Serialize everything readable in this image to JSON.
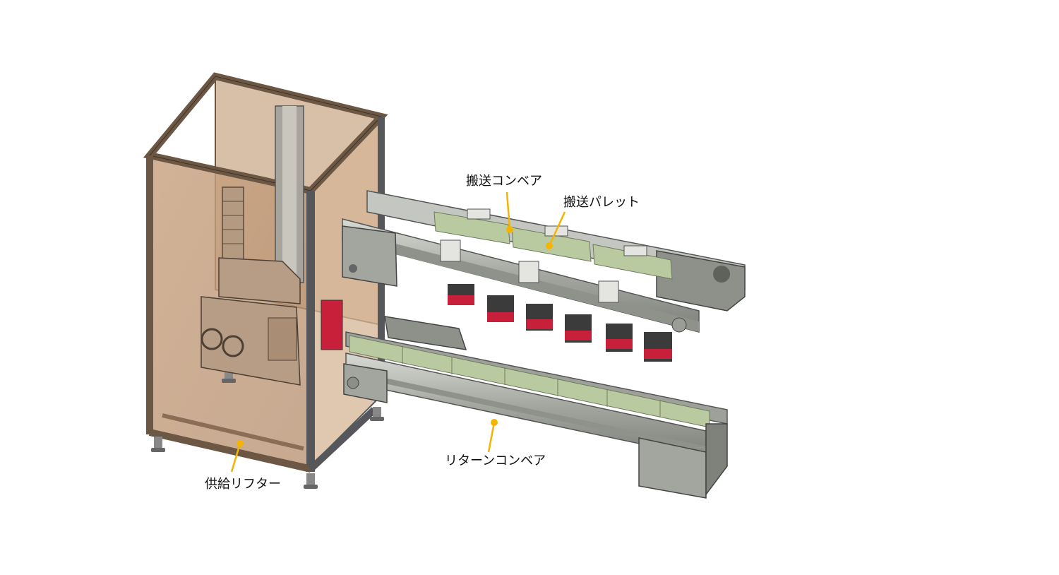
{
  "diagram": {
    "callouts": [
      {
        "id": "transfer-conveyor",
        "label": "搬送コンベア"
      },
      {
        "id": "transfer-pallet",
        "label": "搬送パレット"
      },
      {
        "id": "return-conveyor",
        "label": "リターンコンベア"
      },
      {
        "id": "supply-lifter",
        "label": "供給リフター"
      }
    ],
    "colors": {
      "frame": "#6b5744",
      "panel": "#c9a98a",
      "conveyor": "#a9aca5",
      "pallet": "#b9c9a0",
      "actuator": "#c8203a",
      "callout_dot": "#f5b400"
    }
  }
}
